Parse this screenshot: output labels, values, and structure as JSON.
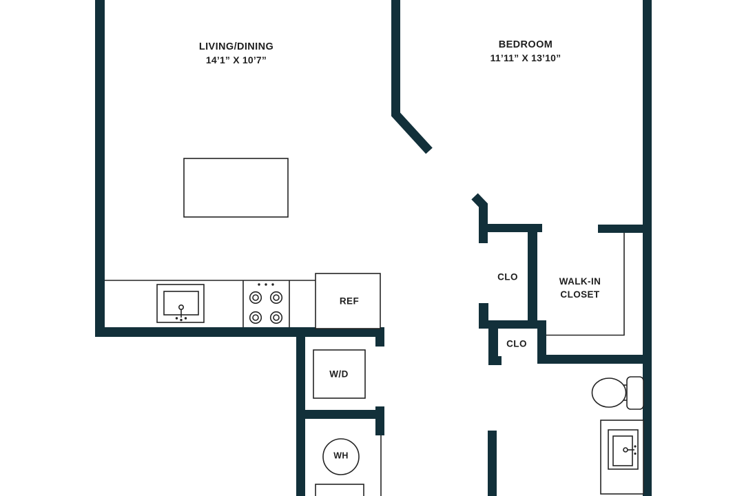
{
  "colors": {
    "wall": "#12303a",
    "line": "#232323",
    "text": "#1e1e1e",
    "background": "#ffffff"
  },
  "rooms": {
    "living_dining": {
      "label": "LIVING/DINING",
      "dimensions": "14’1” X 10’7”"
    },
    "bedroom": {
      "label": "BEDROOM",
      "dimensions": "11’11” X 13’10”"
    },
    "closet_upper": {
      "label": "CLO"
    },
    "walk_in_closet": {
      "label": "WALK-IN CLOSET"
    },
    "closet_lower": {
      "label": "CLO"
    }
  },
  "fixtures": {
    "refrigerator": {
      "label": "REF"
    },
    "washer_dryer": {
      "label": "W/D"
    },
    "water_heater": {
      "label": "WH"
    }
  }
}
